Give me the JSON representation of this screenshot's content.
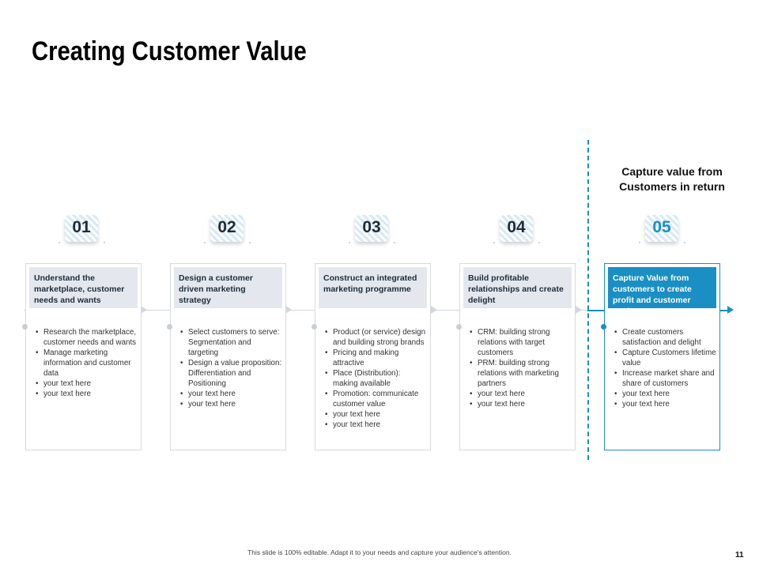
{
  "slide": {
    "title": "Creating Customer Value",
    "capture_note": "Capture value from Customers in return",
    "footer": "This slide is 100% editable. Adapt it to your needs and capture your audience's attention.",
    "page_number": "11",
    "accent_color": "#1a8fc3",
    "steps": [
      {
        "number": "01",
        "heading": "Understand the marketplace, customer needs and wants",
        "items": [
          "Research the marketplace, customer needs and wants",
          "Manage marketing information and customer data",
          " your text here",
          " your text here"
        ]
      },
      {
        "number": "02",
        "heading": "Design a customer driven marketing strategy",
        "items": [
          "Select customers to serve: Segmentation and targeting",
          "Design a value proposition: Differentiation and Positioning",
          " your text here",
          " your text here"
        ]
      },
      {
        "number": "03",
        "heading": "Construct an integrated marketing programme",
        "items": [
          "Product (or service) design and building strong brands",
          "Pricing and making attractive",
          "Place (Distribution): making available",
          "Promotion:  communicate customer value",
          " your text here",
          " your text here"
        ]
      },
      {
        "number": "04",
        "heading": "Build profitable relationships and create delight",
        "items": [
          "CRM:  building strong relations with target customers",
          "PRM:  building strong relations with marketing partners",
          " your text here",
          " your text here"
        ]
      },
      {
        "number": "05",
        "heading": "Capture Value from customers to create profit and customer equity",
        "items": [
          "Create customers satisfaction and delight",
          "Capture Customers lifetime value",
          "Increase market share and share of customers",
          " your text here",
          " your text here"
        ]
      }
    ]
  }
}
